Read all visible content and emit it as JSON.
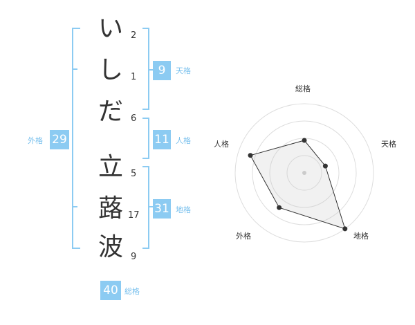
{
  "name": {
    "chars": [
      {
        "char": "い",
        "strokes": "2"
      },
      {
        "char": "し",
        "strokes": "1"
      },
      {
        "char": "だ",
        "strokes": "6"
      },
      {
        "char": "立",
        "strokes": "5"
      },
      {
        "char": "蕗",
        "strokes": "17"
      },
      {
        "char": "波",
        "strokes": "9"
      }
    ]
  },
  "fortunes": {
    "tenkaku": {
      "value": "9",
      "label": "天格"
    },
    "jinkaku": {
      "value": "11",
      "label": "人格"
    },
    "chikaku": {
      "value": "31",
      "label": "地格"
    },
    "gaikaku": {
      "value": "29",
      "label": "外格"
    },
    "soukaku": {
      "value": "40",
      "label": "総格"
    }
  },
  "colors": {
    "accent": "#8ccbf2",
    "accent_text": "#76bfed",
    "text": "#333333",
    "grid": "#dddddd"
  },
  "chart_data": {
    "type": "radar",
    "axes": [
      "総格",
      "天格",
      "地格",
      "外格",
      "人格"
    ],
    "values": [
      0.47,
      0.32,
      1.0,
      0.62,
      0.82
    ],
    "range": [
      0,
      1
    ],
    "rings": 4
  }
}
